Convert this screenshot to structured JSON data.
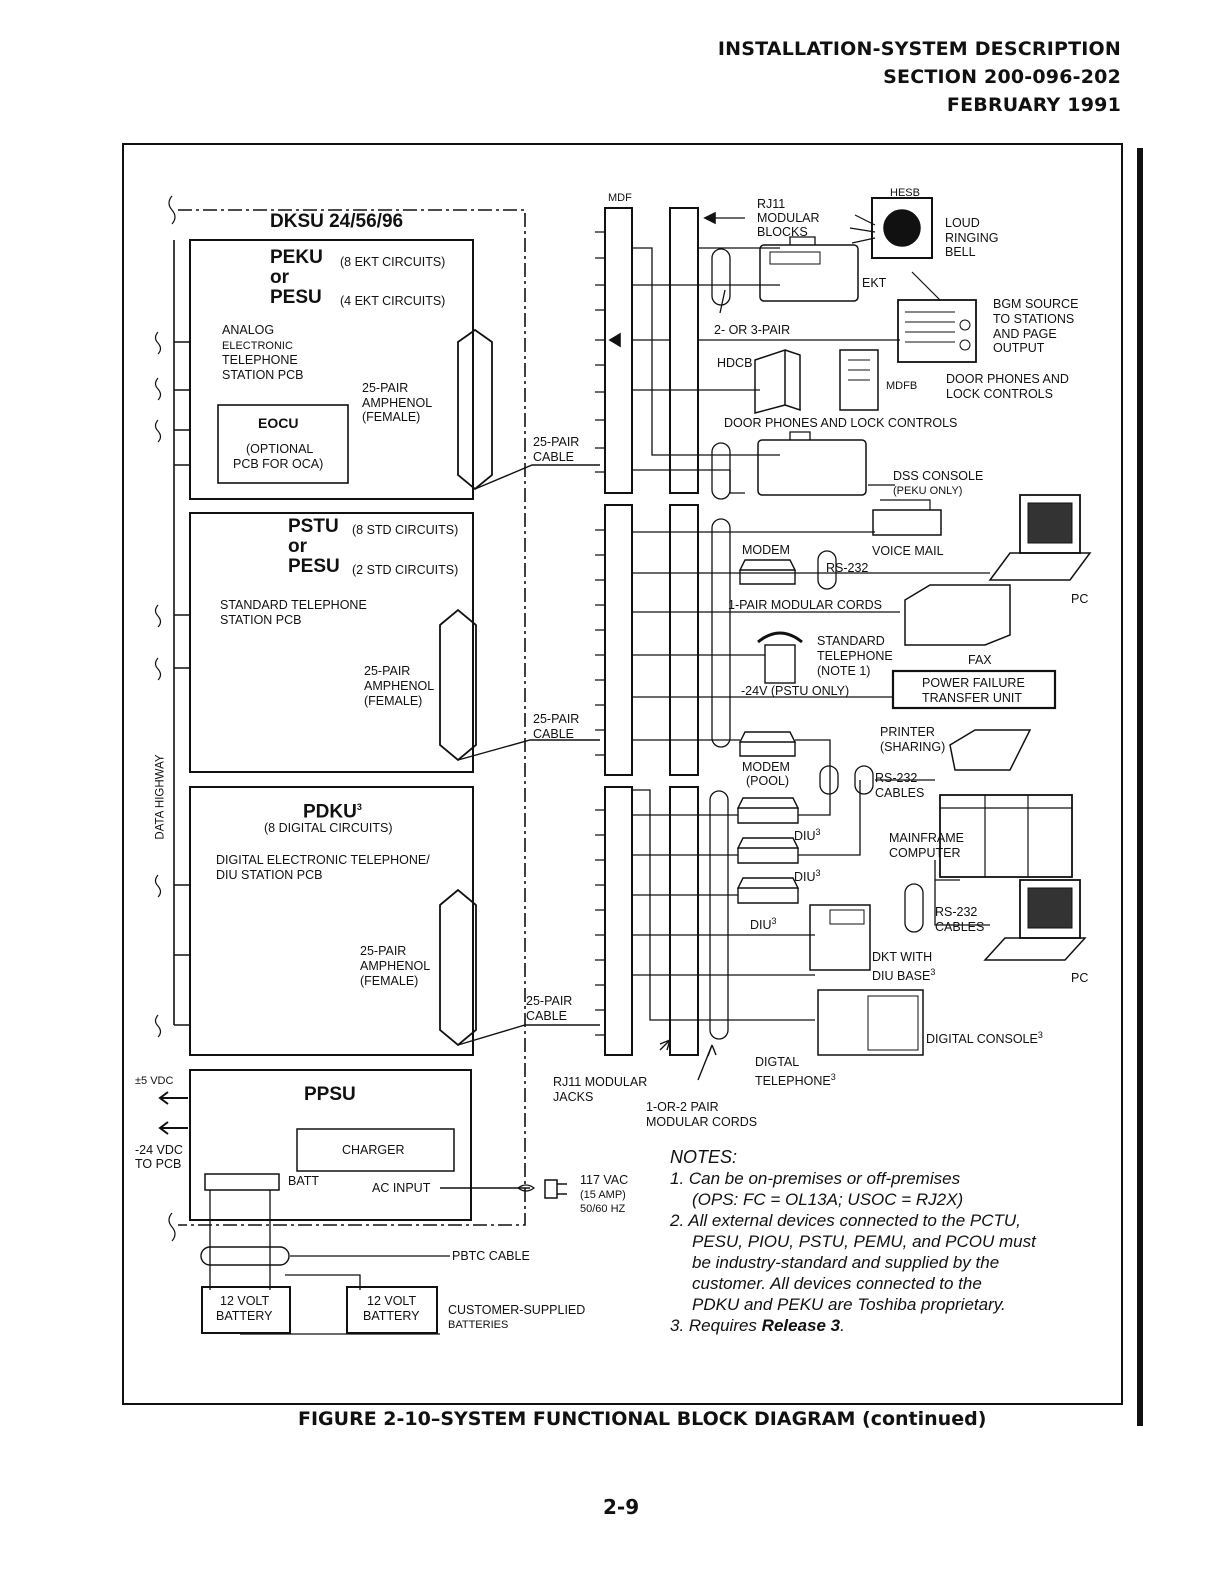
{
  "header": {
    "line1": "INSTALLATION-SYSTEM DESCRIPTION",
    "line2": "SECTION 200-096-202",
    "line3": "FEBRUARY 1991"
  },
  "diagram": {
    "dksu": "DKSU 24/56/96",
    "peku": "PEKU",
    "peku_circuits": "(8 EKT CIRCUITS)",
    "or": "or",
    "pesu": "PESU",
    "pesu_circuits": "(4 EKT CIRCUITS)",
    "analog_pcb": [
      "ANALOG",
      "ELECTRONIC",
      "TELEPHONE",
      "STATION PCB"
    ],
    "amphenol": [
      "25-PAIR",
      "AMPHENOL",
      "(FEMALE)"
    ],
    "eocu": "EOCU",
    "eocu_note": [
      "(OPTIONAL",
      "PCB FOR OCA)"
    ],
    "cable_25pair": [
      "25-PAIR",
      "CABLE"
    ],
    "pstu": "PSTU",
    "pstu_circuits": "(8 STD CIRCUITS)",
    "pesu2_circuits": "(2 STD CIRCUITS)",
    "std_pcb": [
      "STANDARD TELEPHONE",
      "STATION PCB"
    ],
    "pdku": "PDKU",
    "pdku_sup": "3",
    "pdku_circuits": "(8 DIGITAL CIRCUITS)",
    "digital_pcb": [
      "DIGITAL ELECTRONIC TELEPHONE/",
      "DIU STATION PCB"
    ],
    "data_highway": "DATA HIGHWAY",
    "ppsu": "PPSU",
    "plus5vdc": "±5 VDC",
    "minus24vdc": [
      "-24 VDC",
      "TO PCB"
    ],
    "charger": "CHARGER",
    "batt": "BATT",
    "ac_input": "AC INPUT",
    "ac_spec": [
      "117 VAC",
      "(15 AMP)",
      "50/60 HZ"
    ],
    "pbtc": "PBTC CABLE",
    "battery": [
      "12 VOLT",
      "BATTERY"
    ],
    "customer_batt": [
      "CUSTOMER-SUPPLIED",
      "BATTERIES"
    ],
    "mdf": "MDF",
    "rj11_blocks": [
      "RJ11",
      "MODULAR",
      "BLOCKS"
    ],
    "hesb": "HESB",
    "loud_bell": [
      "LOUD",
      "RINGING",
      "BELL"
    ],
    "ekt": "EKT",
    "bgm": [
      "BGM SOURCE",
      "TO STATIONS",
      "AND PAGE",
      "OUTPUT"
    ],
    "pair23": "2- OR 3-PAIR",
    "hdcb": "HDCB",
    "mdfb": "MDFB",
    "door_phones_and": [
      "DOOR PHONES AND",
      "LOCK CONTROLS"
    ],
    "door_phones_controls": "DOOR PHONES AND LOCK CONTROLS",
    "dss": [
      "DSS CONSOLE",
      "(PEKU ONLY)"
    ],
    "modem": "MODEM",
    "voice_mail": "VOICE MAIL",
    "rs232": "RS-232",
    "pc": "PC",
    "one_pair_cords": "1-PAIR MODULAR CORDS",
    "std_tel": [
      "STANDARD",
      "TELEPHONE",
      "(NOTE 1)"
    ],
    "fax": "FAX",
    "minus24_pstu": "-24V (PSTU ONLY)",
    "pftu": [
      "POWER FAILURE",
      "TRANSFER UNIT"
    ],
    "printer": [
      "PRINTER",
      "(SHARING)"
    ],
    "modem_pool": [
      "MODEM",
      "(POOL)"
    ],
    "rs232_cables": [
      "RS-232",
      "CABLES"
    ],
    "diu": "DIU",
    "mainframe": [
      "MAINFRAME",
      "COMPUTER"
    ],
    "dkt_diu": [
      "DKT WITH",
      "DIU BASE"
    ],
    "digital_console": "DIGITAL CONSOLE",
    "digital_tel": [
      "DIGTAL",
      "TELEPHONE"
    ],
    "rj11_jacks": [
      "RJ11 MODULAR",
      "JACKS"
    ],
    "cords_12pair": [
      "1-OR-2 PAIR",
      "MODULAR CORDS"
    ],
    "sup3": "3"
  },
  "notes": {
    "title": "NOTES:",
    "n1a": "1. Can be on-premises or off-premises",
    "n1b": "(OPS: FC = OL13A; USOC = RJ2X)",
    "n2a": "2. All external devices connected to the PCTU,",
    "n2b": "PESU, PIOU, PSTU, PEMU, and PCOU must",
    "n2c": "be industry-standard and supplied by the",
    "n2d": "customer.  All devices connected to the",
    "n2e": "PDKU and PEKU are Toshiba proprietary.",
    "n3a": "3. Requires ",
    "n3b": "Release 3",
    "n3c": "."
  },
  "caption": "FIGURE 2-10–SYSTEM FUNCTIONAL BLOCK DIAGRAM (continued)",
  "page_number": "2-9"
}
